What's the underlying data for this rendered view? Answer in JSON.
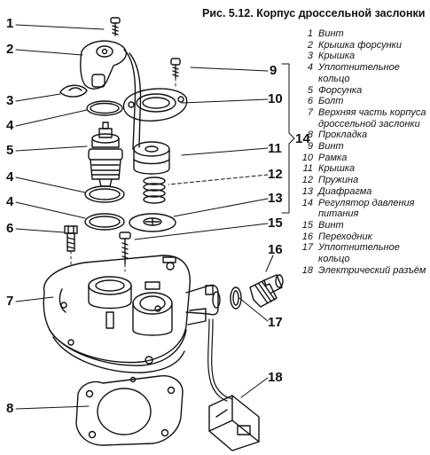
{
  "figure": {
    "title": "Рис. 5.12. Корпус дроссельной заслонки"
  },
  "legend": [
    {
      "num": "1",
      "text": "Винт"
    },
    {
      "num": "2",
      "text": "Крышка форсунки"
    },
    {
      "num": "3",
      "text": "Крышка"
    },
    {
      "num": "4",
      "text": "Уплотнительное кольцо"
    },
    {
      "num": "5",
      "text": "Форсунка"
    },
    {
      "num": "6",
      "text": "Болт"
    },
    {
      "num": "7",
      "text": "Верхняя часть корпуса дроссельной заслонки"
    },
    {
      "num": "8",
      "text": "Прокладка"
    },
    {
      "num": "9",
      "text": "Винт"
    },
    {
      "num": "10",
      "text": "Рамка"
    },
    {
      "num": "11",
      "text": "Крышка"
    },
    {
      "num": "12",
      "text": "Пружина"
    },
    {
      "num": "13",
      "text": "Диафрагма"
    },
    {
      "num": "14",
      "text": "Регулятор давления питания"
    },
    {
      "num": "15",
      "text": "Винт"
    },
    {
      "num": "16",
      "text": "Переходник"
    },
    {
      "num": "17",
      "text": "Уплотнительное кольцо"
    },
    {
      "num": "18",
      "text": "Электрический разъём"
    }
  ],
  "callouts": {
    "c1": "1",
    "c2": "2",
    "c3": "3",
    "c4a": "4",
    "c5": "5",
    "c4b": "4",
    "c4c": "4",
    "c6": "6",
    "c7": "7",
    "c8": "8",
    "c9": "9",
    "c10": "10",
    "c11": "11",
    "c12": "12",
    "c13": "13",
    "c14": "14",
    "c15": "15",
    "c16": "16",
    "c17": "17",
    "c18": "18"
  }
}
